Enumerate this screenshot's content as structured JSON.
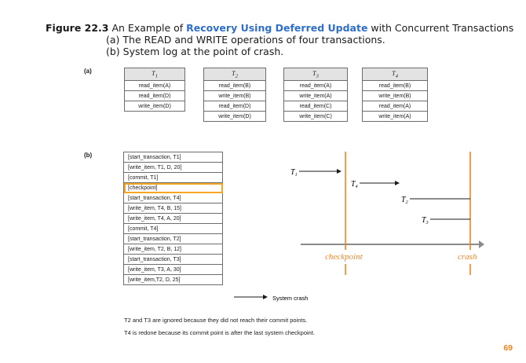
{
  "figure": {
    "number": "Figure 22.3",
    "title_pre": " An Example of ",
    "title_highlight": "Recovery Using Deferred Update",
    "title_post": " with Concurrent Transactions",
    "line_a": "(a) The READ and WRITE operations of four transactions.",
    "line_b": "(b) System log at the point of crash."
  },
  "part_a": {
    "label": "(a)",
    "transactions": [
      {
        "name": "T1",
        "ops": [
          "read_item(A)",
          "read_item(D)",
          "write_item(D)"
        ]
      },
      {
        "name": "T2",
        "ops": [
          "read_item(B)",
          "write_item(B)",
          "read_item(D)",
          "write_item(D)"
        ]
      },
      {
        "name": "T3",
        "ops": [
          "read_item(A)",
          "write_item(A)",
          "read_item(C)",
          "write_item(C)"
        ]
      },
      {
        "name": "T4",
        "ops": [
          "read_item(B)",
          "write_item(B)",
          "read_item(A)",
          "write_item(A)"
        ]
      }
    ]
  },
  "part_b": {
    "label": "(b)",
    "log": [
      "[start_transaction, T1]",
      "[write_item, T1, D, 20]",
      "[commit, T1]",
      "[checkpoint]",
      "[start_transaction, T4]",
      "[write_item, T4, B, 15]",
      "[write_item, T4, A, 20]",
      "[commit, T4]",
      "[start_transaction, T2]",
      "[write_item, T2, B, 12]",
      "[start_transaction, T3]",
      "[write_item, T3, A, 30]",
      "[write_item,T2, D, 25]"
    ],
    "crash_pointer_label": "System crash",
    "timeline": {
      "transactions": [
        "T1",
        "T4",
        "T2",
        "T3"
      ],
      "checkpoint_label": "checkpoint",
      "crash_label": "crash",
      "accent_color": "#f0831e"
    },
    "notes": [
      "T2 and T3 are ignored because they did not reach their commit points.",
      "T4 is redone because its commit point is after the last system checkpoint."
    ]
  },
  "page_number": "69"
}
